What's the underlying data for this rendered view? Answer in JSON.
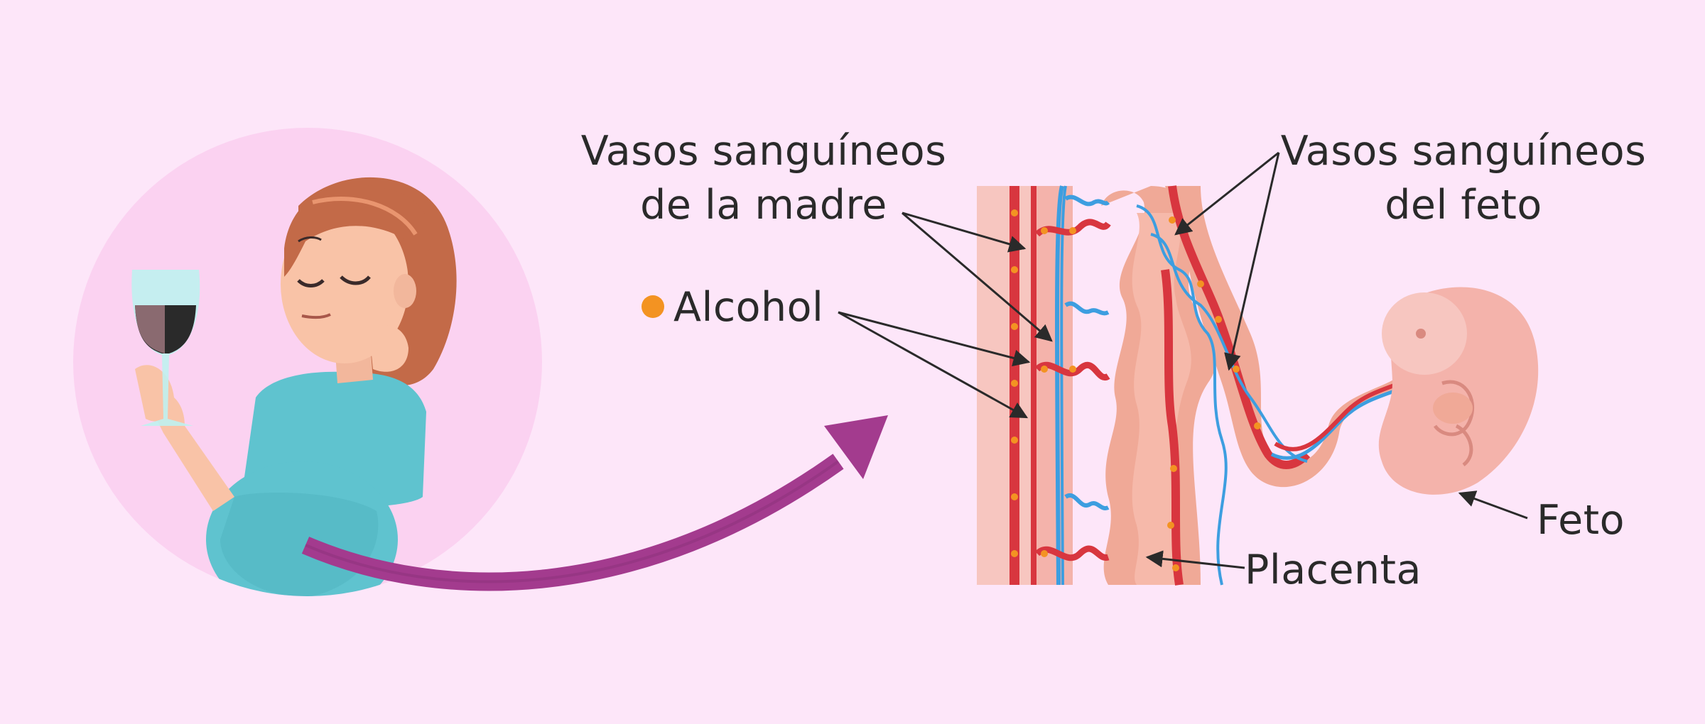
{
  "labels": {
    "mother_vessels_line1": "Vasos sanguíneos",
    "mother_vessels_line2": "de la madre",
    "fetus_vessels_line1": "Vasos sanguíneos",
    "fetus_vessels_line2": "del feto",
    "alcohol": "Alcohol",
    "placenta": "Placenta",
    "fetus": "Feto"
  },
  "colors": {
    "background": "#fde6f9",
    "alcohol_dot": "#f39322",
    "artery": "#d8363f",
    "vein": "#3d9ee0",
    "tissue": "#f4b6a6",
    "arrow": "#a33b8e",
    "dress": "#5fc3cf",
    "hair": "#c36a48"
  },
  "icons": {
    "mother": "pregnant-woman-drinking-wine",
    "transfer_arrow": "curved-arrow-right",
    "alcohol_marker": "orange-dot"
  }
}
